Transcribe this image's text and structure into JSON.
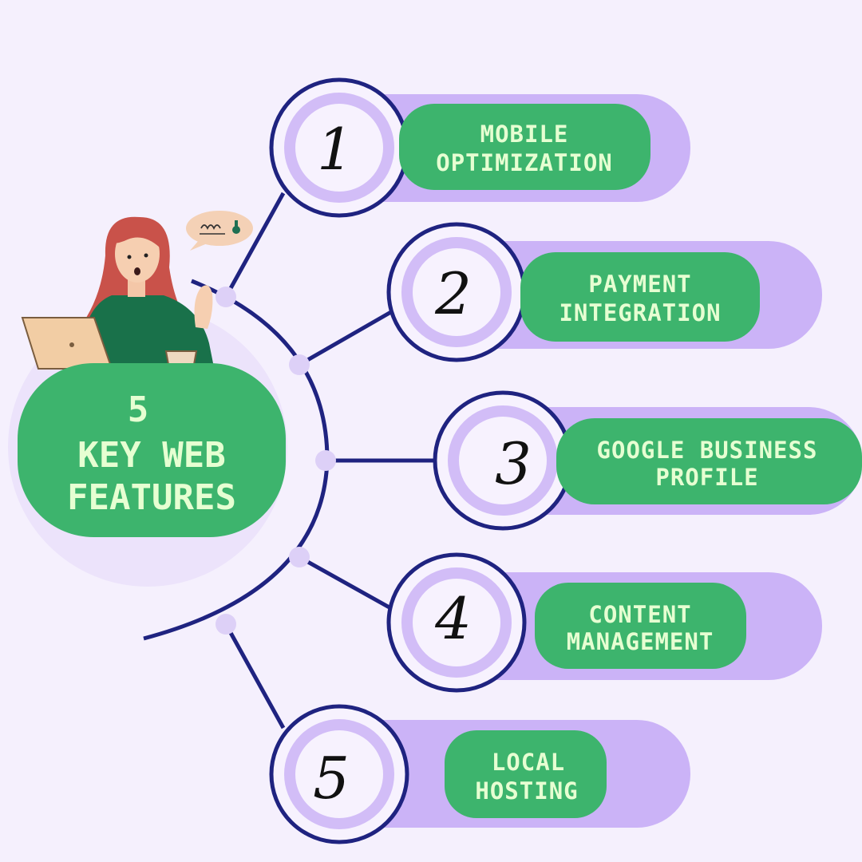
{
  "hub": {
    "line1": "5",
    "line2": "KEY WEB",
    "line3": "FEATURES"
  },
  "features": [
    {
      "number": "1",
      "line1": "MOBILE",
      "line2": "OPTIMIZATION"
    },
    {
      "number": "2",
      "line1": "PAYMENT",
      "line2": "INTEGRATION"
    },
    {
      "number": "3",
      "line1": "GOOGLE BUSINESS",
      "line2": "PROFILE"
    },
    {
      "number": "4",
      "line1": "CONTENT",
      "line2": "MANAGEMENT"
    },
    {
      "number": "5",
      "line1": "LOCAL",
      "line2": "HOSTING"
    }
  ],
  "colors": {
    "background": "#f5f0fd",
    "accent_green": "#3db46d",
    "lavender": "#cbb3f7",
    "navy_line": "#1f2380",
    "text_light": "#e6ffd2"
  },
  "icons": [
    "woman-with-laptop-illustration",
    "speech-bubble-icon"
  ]
}
